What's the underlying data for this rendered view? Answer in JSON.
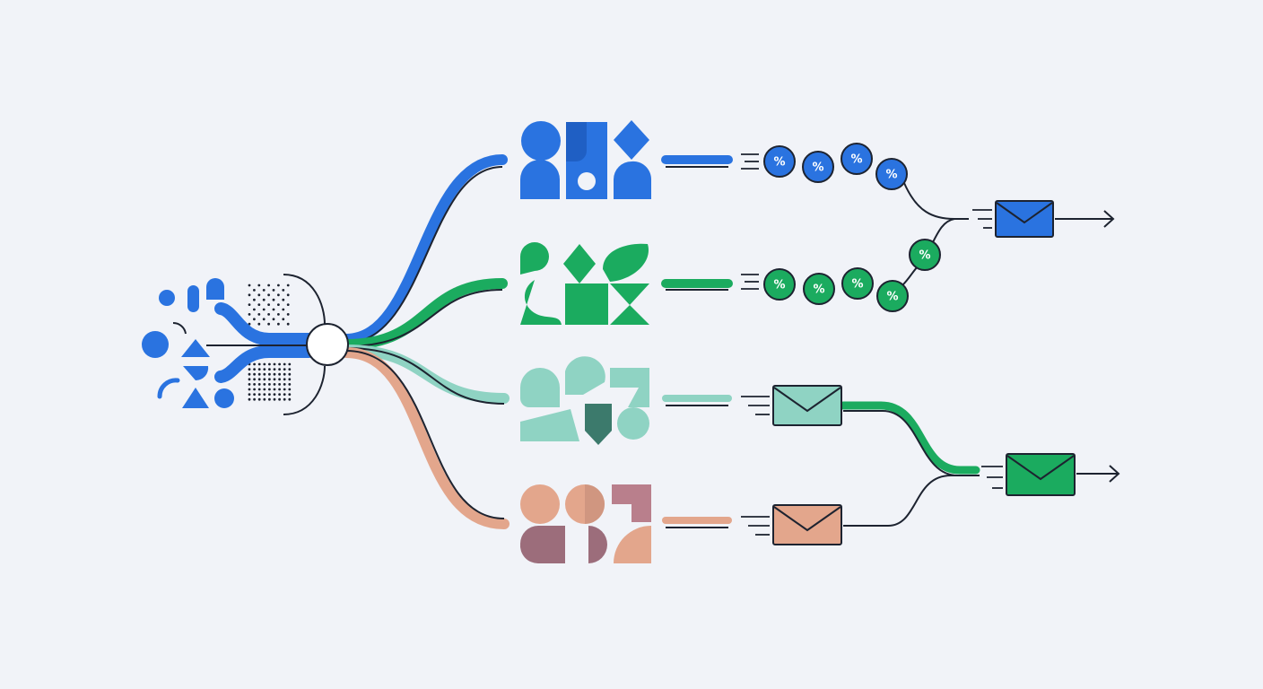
{
  "colors": {
    "background": "#f1f3f8",
    "blue": "#2a73e0",
    "green": "#1bab5f",
    "mint": "#8fd3c3",
    "teal_dark": "#3c7a6c",
    "salmon": "#e3a68c",
    "rose": "#cd8f86",
    "mauve": "#9c6d7b",
    "outline": "#1d2330"
  },
  "icons": {
    "discount_badge": "percent-circle-icon",
    "message": "envelope-icon",
    "output": "arrow-right-icon",
    "hub": "hub-circle-icon"
  },
  "badge_symbol": "%",
  "streams": [
    {
      "id": "blue",
      "percent_badges": 4
    },
    {
      "id": "green",
      "percent_badges": 4,
      "merge_badges": 1
    },
    {
      "id": "mint",
      "messages": 1
    },
    {
      "id": "salmon",
      "messages": 1
    }
  ],
  "outputs": [
    {
      "id": "blue-output",
      "color": "blue"
    },
    {
      "id": "green-output",
      "color": "green"
    }
  ]
}
